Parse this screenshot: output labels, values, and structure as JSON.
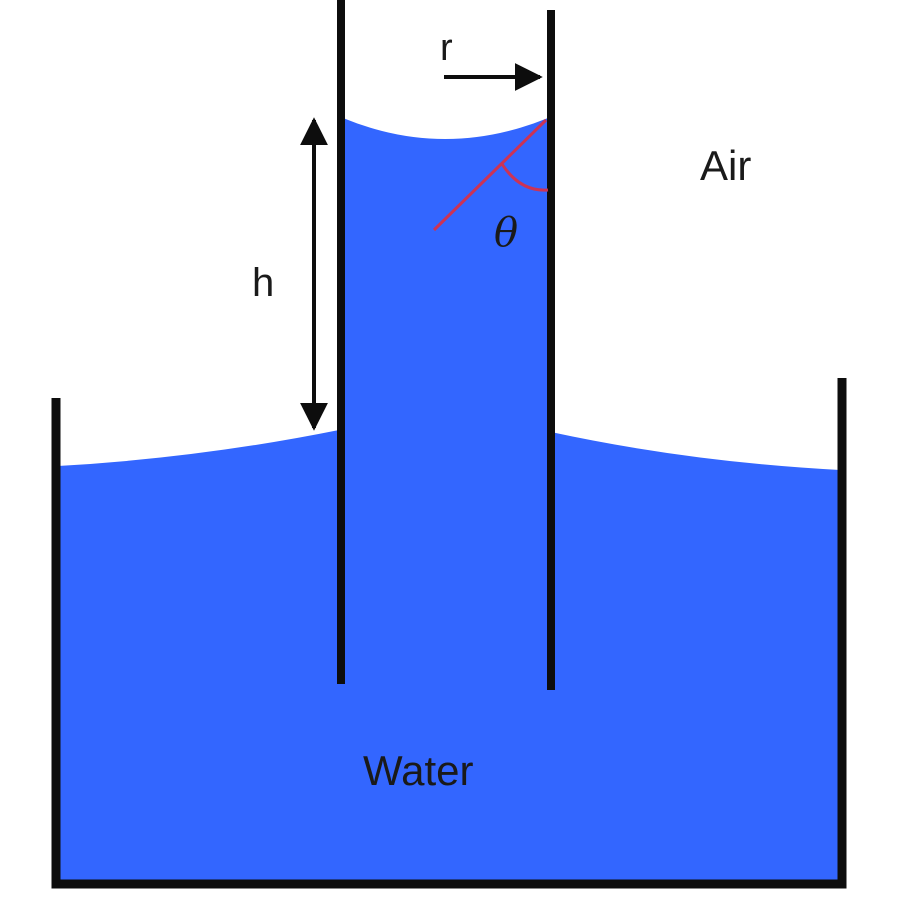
{
  "labels": {
    "radius": "r",
    "height": "h",
    "angle": "θ",
    "air": "Air",
    "water": "Water"
  },
  "colors": {
    "water": "#3366ff",
    "walls": "#0d0d0d",
    "contact_angle": "#cc3355",
    "background": "#ffffff"
  }
}
